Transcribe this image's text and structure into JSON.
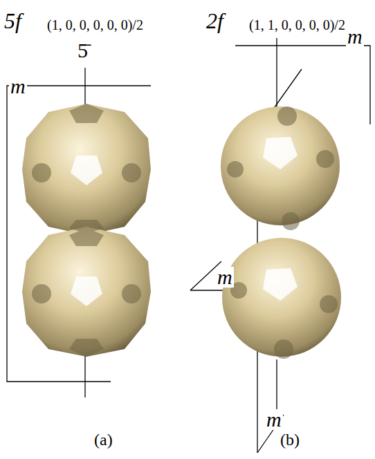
{
  "diagram": {
    "labels": [
      "5f",
      "(1, 0, 0, 0, 0, 0)/2",
      "2f",
      "(1, 1, 0, 0, 0, 0)/2",
      "5̄",
      "m",
      "m",
      "m",
      "m",
      "(a)",
      "(b)"
    ]
  }
}
